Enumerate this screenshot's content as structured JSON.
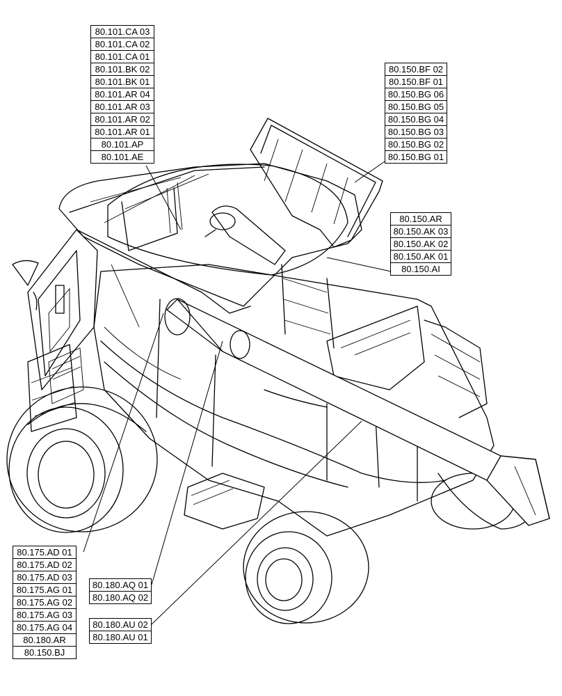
{
  "groups": {
    "top_left": [
      "80.101.CA 03",
      "80.101.CA 02",
      "80.101.CA 01",
      "80.101.BK 02",
      "80.101.BK 01",
      "80.101.AR 04",
      "80.101.AR 03",
      "80.101.AR 02",
      "80.101.AR 01",
      "80.101.AP",
      "80.101.AE"
    ],
    "top_right": [
      "80.150.BF 02",
      "80.150.BF 01",
      "80.150.BG 06",
      "80.150.BG 05",
      "80.150.BG 04",
      "80.150.BG 03",
      "80.150.BG 02",
      "80.150.BG 01"
    ],
    "mid_right": [
      "80.150.AR",
      "80.150.AK 03",
      "80.150.AK 02",
      "80.150.AK 01",
      "80.150.AI"
    ],
    "bottom_left": [
      "80.175.AD 01",
      "80.175.AD 02",
      "80.175.AD 03",
      "80.175.AG 01",
      "80.175.AG 02",
      "80.175.AG 03",
      "80.175.AG 04",
      "80.180.AR",
      "80.150.BJ"
    ],
    "aq": [
      "80.180.AQ 01",
      "80.180.AQ 02"
    ],
    "au": [
      "80.180.AU 02",
      "80.180.AU 01"
    ]
  }
}
